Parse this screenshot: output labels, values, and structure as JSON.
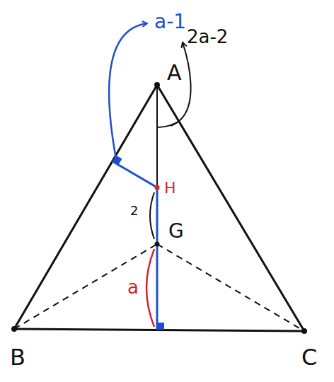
{
  "diagram": {
    "labels": [
      "a-1",
      "A",
      "2a-2",
      "H",
      "2",
      "G",
      "a",
      "B",
      "C"
    ]
  }
}
